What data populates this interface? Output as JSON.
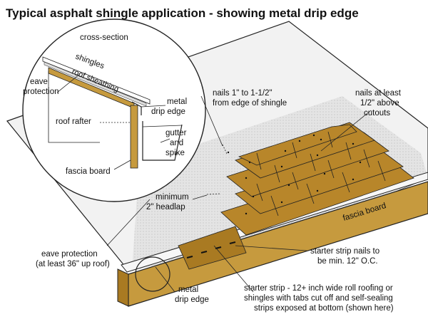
{
  "title": "Typical asphalt shingle application - showing metal drip edge",
  "labels": {
    "cross_section": "cross-section",
    "shingles": "shingles",
    "roof_sheathing": "roof sheathing",
    "eave_protection_inset_1": "eave",
    "eave_protection_inset_2": "protection",
    "roof_rafter": "roof rafter",
    "metal_drip_edge_inset_1": "metal",
    "metal_drip_edge_inset_2": "drip edge",
    "gutter_1": "gutter",
    "gutter_2": "and",
    "gutter_3": "spike",
    "fascia_board_inset": "fascia board",
    "nails_edge_1": "nails 1\" to 1-1/2\"",
    "nails_edge_2": "from edge of shingle",
    "nails_cutouts_1": "nails at least",
    "nails_cutouts_2": "1/2\" above",
    "nails_cutouts_3": "cutouts",
    "headlap_1": "minimum",
    "headlap_2": "2\" headlap",
    "fascia_board_main": "fascia board",
    "eave_protection_main_1": "eave protection",
    "eave_protection_main_2": "(at least 36\" up roof)",
    "starter_nails_1": "starter strip nails to",
    "starter_nails_2": "be min. 12\" O.C.",
    "metal_drip_edge_main_1": "metal",
    "metal_drip_edge_main_2": "drip edge",
    "starter_strip_1": "starter strip - 12+ inch wide roll roofing or",
    "starter_strip_2": "shingles with tabs cut off and self-sealing",
    "starter_strip_3": "strips exposed at bottom (shown here)"
  },
  "colors": {
    "shingle": "#B8862A",
    "starter": "#A97A22",
    "fascia": "#C69A3E",
    "roof_light": "#F2F2F2",
    "roof_gray": "#DADADA"
  }
}
